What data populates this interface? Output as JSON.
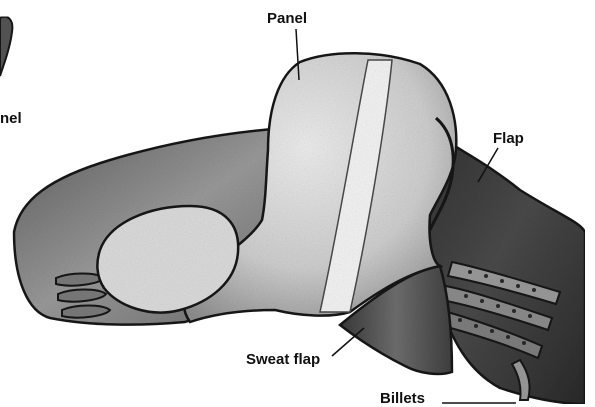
{
  "figure": {
    "subject": "saddle underside illustration",
    "style": "grayscale stippled engraving",
    "colors": {
      "background": "#ffffff",
      "outline": "#141414",
      "leather_dark": "#3a3a3a",
      "leather_mid": "#8a8a8a",
      "panel_light": "#e6e6e6",
      "strip": "#f4f4f4"
    }
  },
  "labels": {
    "panel_top": "Panel",
    "panel_cut": "nel",
    "flap": "Flap",
    "sweat_flap": "Sweat flap",
    "billets": "Billets"
  }
}
